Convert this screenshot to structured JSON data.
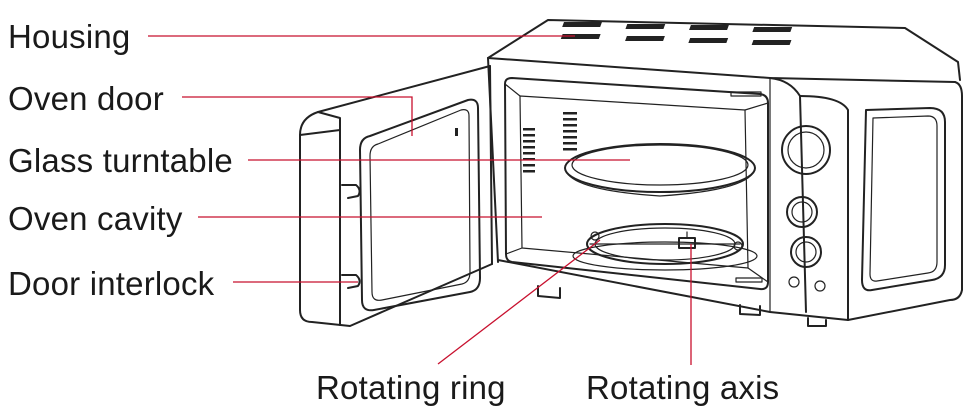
{
  "labels": {
    "housing": "Housing",
    "oven_door": "Oven door",
    "glass_turntable": "Glass turntable",
    "oven_cavity": "Oven cavity",
    "door_interlock": "Door interlock",
    "rotating_ring": "Rotating ring",
    "rotating_axis": "Rotating axis"
  },
  "colors": {
    "leader": "#c8102e",
    "outline": "#222222",
    "text": "#1a1a1a"
  }
}
